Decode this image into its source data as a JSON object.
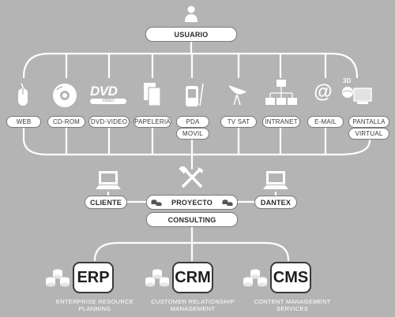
{
  "top": {
    "user_label": "USUARIO"
  },
  "channels": [
    {
      "key": "web",
      "label": "WEB",
      "icon": "mouse-icon"
    },
    {
      "key": "cdrom",
      "label": "CD-ROM",
      "icon": "cd-icon"
    },
    {
      "key": "dvd",
      "label": "DVD-VIDEO",
      "icon": "dvd-logo-icon",
      "logo": "DVD",
      "logo_sub": "VIDEO"
    },
    {
      "key": "papeleria",
      "label": "PAPELERIA",
      "icon": "documents-icon"
    },
    {
      "key": "pda",
      "label": "PDA",
      "label2": "MOVIL",
      "icon": "pda-icon"
    },
    {
      "key": "tvsat",
      "label": "TV SAT",
      "icon": "satellite-dish-icon"
    },
    {
      "key": "intranet",
      "label": "INTRANET",
      "icon": "network-icon"
    },
    {
      "key": "email",
      "label": "E-MAIL",
      "icon": "at-sign-icon",
      "glyph": "@"
    },
    {
      "key": "pantalla",
      "label": "PANTALLA",
      "label2": "VIRTUAL",
      "icon": "virtual-screen-icon",
      "badge": "3D"
    }
  ],
  "middle": {
    "cliente": "CLIENTE",
    "proyecto": "PROYECTO",
    "dantex": "DANTEX",
    "consulting": "CONSULTING"
  },
  "systems": [
    {
      "key": "erp",
      "acronym": "ERP",
      "caption_l1": "ENTERPRISE RESOURCE",
      "caption_l2": "PLANNING"
    },
    {
      "key": "crm",
      "acronym": "CRM",
      "caption_l1": "CUSTOMER RELATIONSHIP",
      "caption_l2": "MANAGEMENT"
    },
    {
      "key": "cms",
      "acronym": "CMS",
      "caption_l1": "CONTENT MANAGEMENT",
      "caption_l2": "SERVICES"
    }
  ],
  "colors": {
    "background": "#b4b4b4",
    "lines": "#ffffff",
    "box_fill": "#ffffff",
    "text": "#3a3a3a"
  }
}
